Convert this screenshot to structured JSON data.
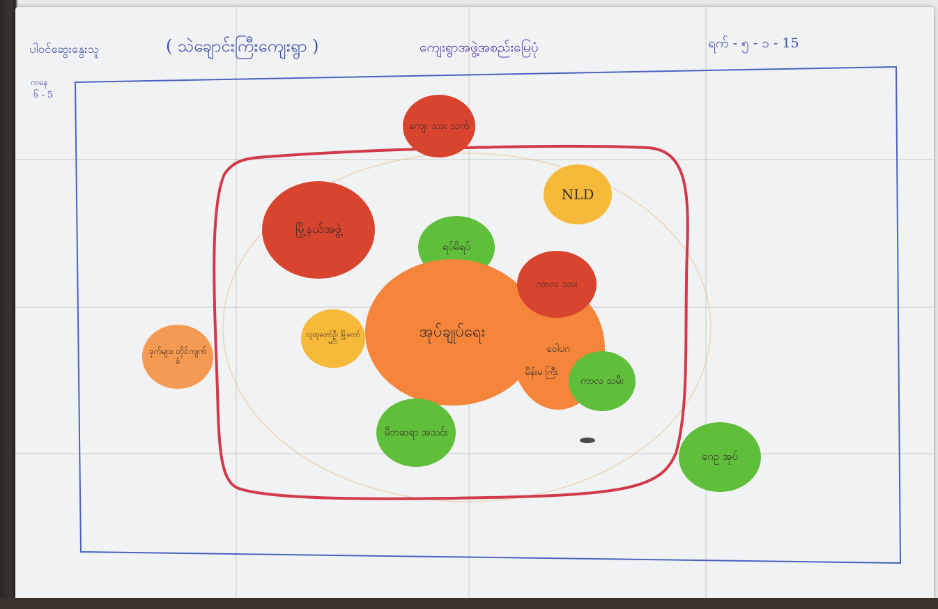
{
  "header": {
    "left_title": "ပါဝင်ဆွေးနွေးသူ",
    "village": "( သဲချောင်းကြီးကျေးရွာ )",
    "group": "ကျေးရွာအဖွဲ့အစည်းမြေပုံ",
    "date": "ရက် - ၅ - ၁ - 15",
    "corner_note_1": "ကနေ",
    "corner_note_2": "၆ - 5"
  },
  "colors": {
    "red": "#d9442e",
    "orange": "#f4853a",
    "yellow": "#f6b93a",
    "green": "#5fbf3a",
    "outline_red": "#d23a4a",
    "frame_blue": "#4a62c0"
  },
  "circles": {
    "top_red": "ကျေး သား သက်",
    "nld": "NLD",
    "big_red": "မြို့နယ်အဖွဲ့",
    "green_top": "ရပ်မိရပ်",
    "center": "အုပ်ချုပ်ရေး",
    "red_right": "ကာလ သား",
    "orange_right": "ဝေါပဂ",
    "orange_right_lower": "မိန်းမ ကြီး",
    "green_right": "ကာလ သမီး",
    "yellow_small": "လူထုတော်ဦး မြို့တော်မင်း",
    "orange_left": "ဒုက်များ တိုင်ကျက် ခံ",
    "green_bottom": "မိဘဆရာ အသင်း",
    "green_outside": "ဂေဥ အုပ်"
  }
}
